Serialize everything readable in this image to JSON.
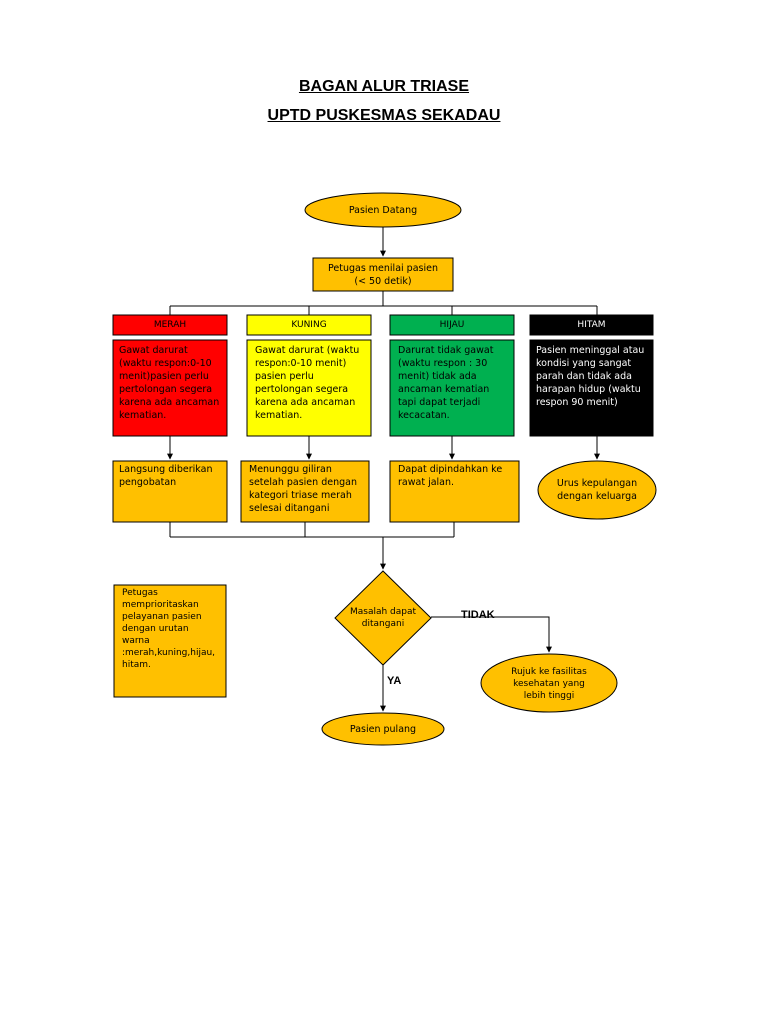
{
  "title_line1": "BAGAN ALUR TRIASE",
  "title_line2": "UPTD PUSKESMAS SEKADAU",
  "colors": {
    "orange": "#ffc000",
    "red": "#ff0000",
    "yellow": "#ffff00",
    "green": "#00b050",
    "black": "#000000"
  },
  "nodes": {
    "start": "Pasien Datang",
    "assess": "Petugas menilai pasien\n(< 50 detik)",
    "cat_red_header": "MERAH",
    "cat_yellow_header": "KUNING",
    "cat_green_header": "HIJAU",
    "cat_black_header": "HITAM",
    "cat_red_desc": "Gawat darurat (waktu respon:0-10 menit)pasien perlu pertolongan segera karena ada ancaman kematian.",
    "cat_yellow_desc": "Gawat darurat (waktu respon:0-10 menit) pasien perlu pertolongan segera karena ada ancaman kematian.",
    "cat_green_desc": "Darurat tidak gawat (waktu respon : 30 menit) tidak ada ancaman kematian tapi dapat terjadi kecacatan.",
    "cat_black_desc": "Pasien meninggal atau kondisi yang sangat parah dan tidak ada harapan hidup (waktu respon 90 menit)",
    "action_red": "Langsung diberikan pengobatan",
    "action_yellow": "Menunggu giliran setelah pasien dengan kategori triase merah selesai ditangani",
    "action_green": "Dapat dipindahkan ke rawat  jalan.",
    "action_black": "Urus kepulangan dengan keluarga",
    "note": "Petugas memprioritaskan pelayanan pasien dengan urutan warna :merah,kuning,hijau, hitam.",
    "decision": "Masalah dapat ditangani",
    "refer": "Rujuk ke fasilitas kesehatan yang lebih tinggi",
    "discharge": "Pasien pulang"
  },
  "edge_labels": {
    "no": "TIDAK",
    "yes": "YA"
  }
}
